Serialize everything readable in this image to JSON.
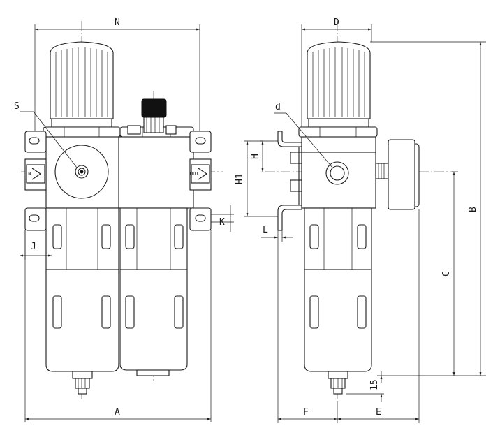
{
  "dimensions": {
    "N": "N",
    "D": "D",
    "S": "S",
    "d": "d",
    "H": "H",
    "H1": "H1",
    "K": "K",
    "L": "L",
    "J": "J",
    "B": "B",
    "C": "C",
    "A": "A",
    "F": "F",
    "E": "E",
    "fifteen": "15"
  },
  "port_labels": {
    "in": "IN",
    "out": "OUT"
  }
}
